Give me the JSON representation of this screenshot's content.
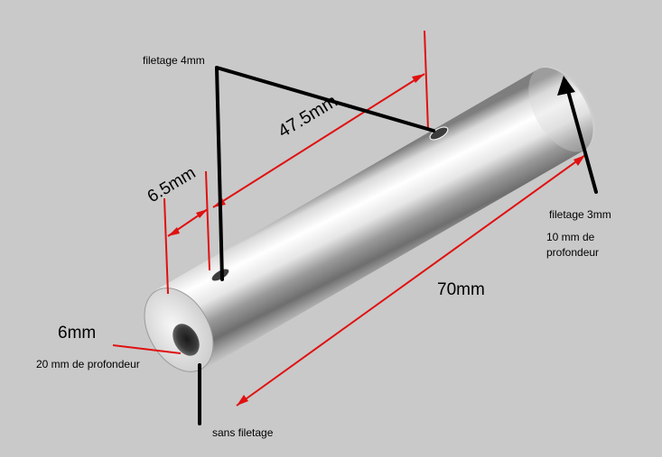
{
  "annotations": {
    "thread_4mm": "filetage 4mm",
    "dim_47_5": "47.5mm",
    "dim_6_5": "6.5mm",
    "thread_3mm": "filetage 3mm",
    "depth_10_line1": "10 mm de",
    "depth_10_line2": "profondeur",
    "length_70": "70mm",
    "bore_6mm": "6mm",
    "depth_20": "20 mm de profondeur",
    "no_thread": "sans filetage"
  },
  "colors": {
    "background": "#c9c9c9",
    "dimension_line": "#e01010",
    "leader_line": "#000000",
    "tube_light": "#f4f4f4",
    "tube_dark": "#8a8a8a"
  }
}
